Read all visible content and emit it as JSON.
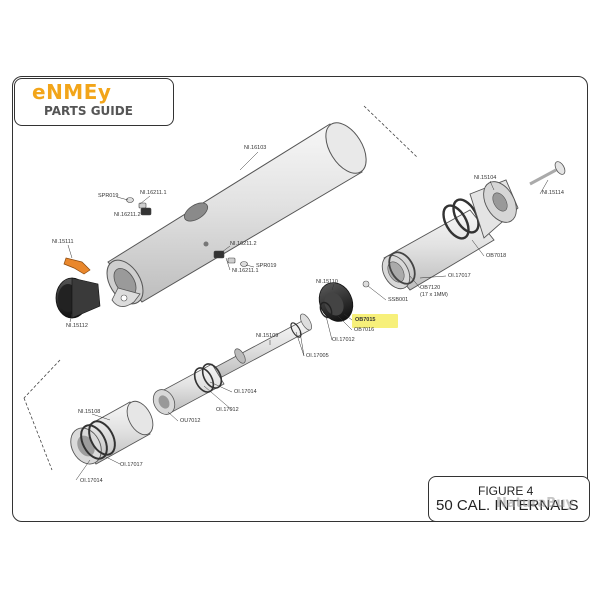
{
  "logo": {
    "brand": "eNMEy",
    "subtitle": "PARTS GUIDE"
  },
  "figure": {
    "number": "FIGURE 4",
    "title": "50 CAL. INTERNALS"
  },
  "watermark": "NaturaBuy",
  "highlight_color": "#f7f07a",
  "accent_color": "#f2a51a",
  "part_labels": {
    "ni16103": "NI.16103",
    "spr019_a": "SPR019",
    "ni16211_1_a": "NI.16211.1",
    "ni16211_2_a": "NI.16211.2",
    "ni16211_2_b": "NI.16211.2",
    "ni16211_1_b": "NI.16211.1",
    "spr019_b": "SPR019",
    "ni15111": "NI.15111",
    "ni15112": "NI.15112",
    "ni15104": "NI.15104",
    "ni15114": "NI.15114",
    "ob7018": "OB7018",
    "oi17017_a": "OI.17017",
    "ob7120": "OB7120",
    "ob7120_note": "(17 x 1MM)",
    "ssb001": "SSB001",
    "ni15110": "NI.15110",
    "ob7015": "OB7015",
    "ob7016": "OB7016",
    "oi17012_a": "OI.17012",
    "ni15109": "NI.15109",
    "oi17005": "OI.17005",
    "oi17014_a": "OI.17014",
    "oi17012_b": "OI.17012",
    "ou7012": "OU7012",
    "ni15108": "NI.15108",
    "oi17017_b": "OI.17017",
    "oi17014_b": "OI.17014"
  }
}
